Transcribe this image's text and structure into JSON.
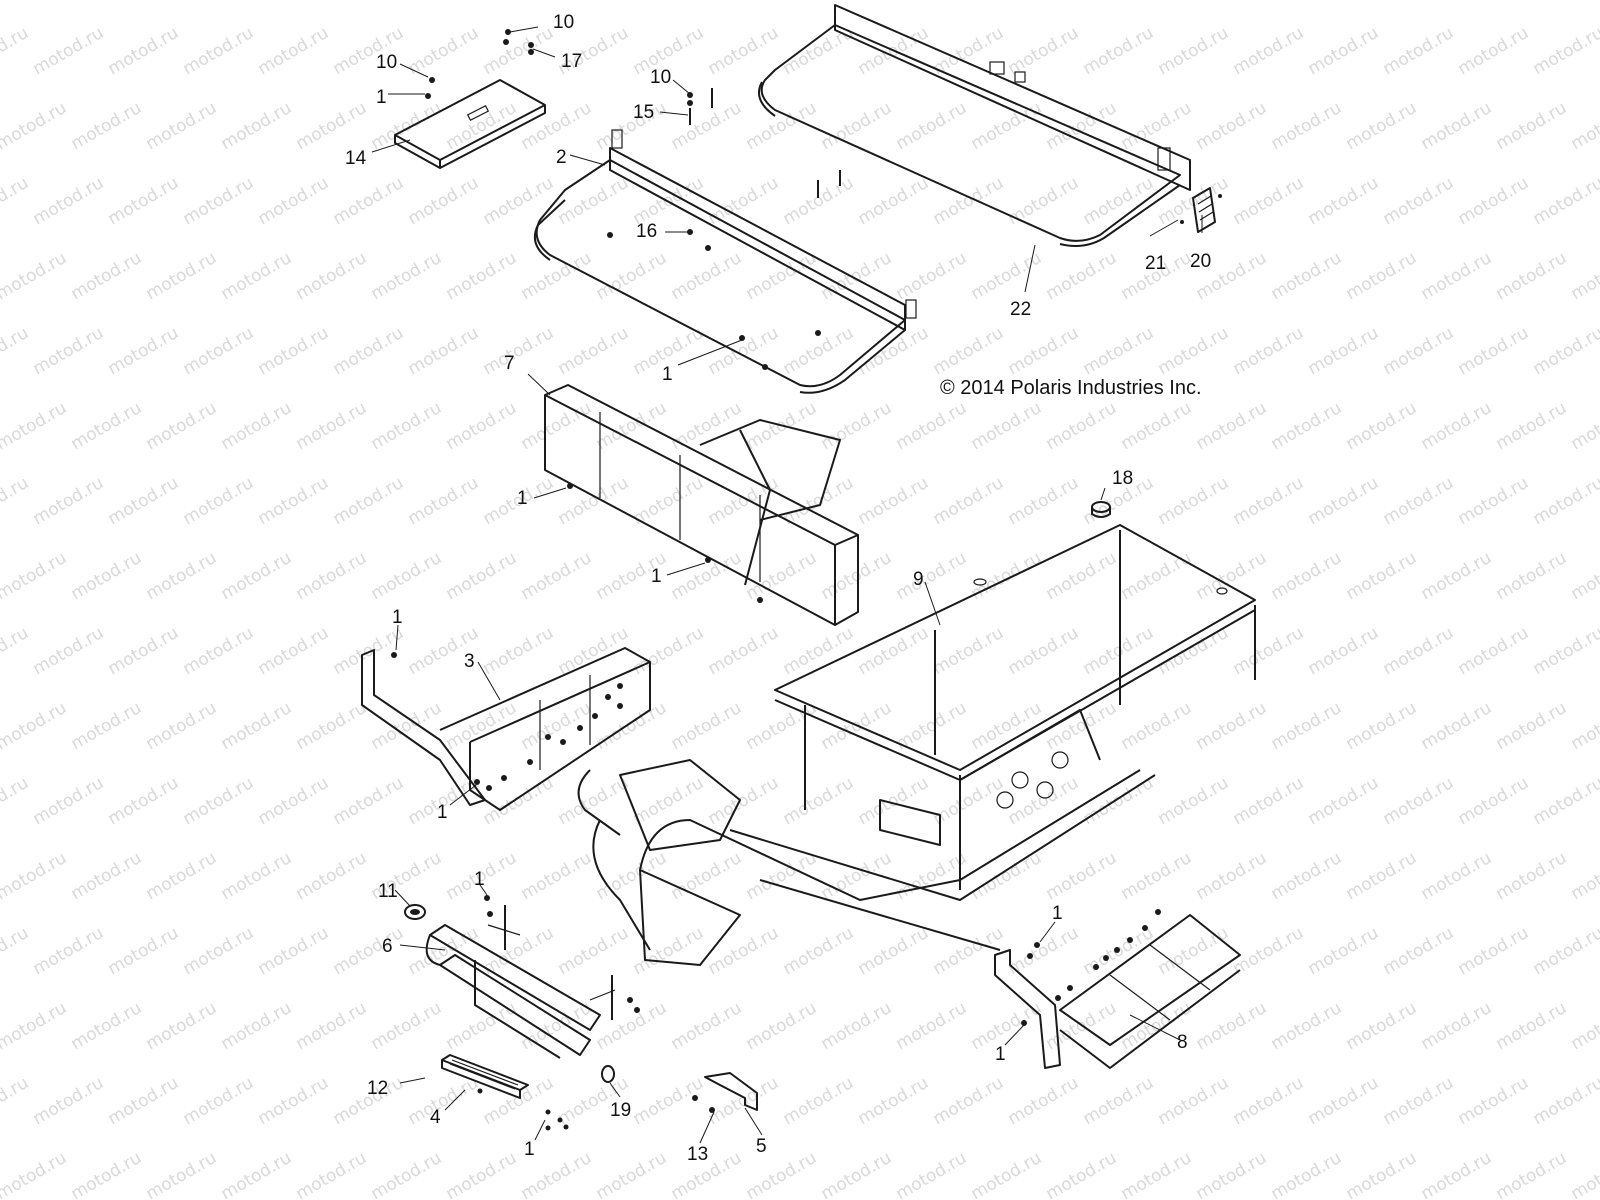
{
  "watermark": "motod.ru",
  "copyright": "© 2014 Polaris Industries Inc.",
  "callouts": {
    "c1a": "10",
    "c1b": "17",
    "c1c": "10",
    "c1d": "1",
    "c1e": "14",
    "c2a": "10",
    "c2b": "15",
    "c2c": "2",
    "c2d": "16",
    "c2e": "1",
    "c3a": "22",
    "c3b": "21",
    "c3c": "20",
    "c4a": "7",
    "c4b": "1",
    "c4c": "1",
    "c5a": "18",
    "c5b": "9",
    "c6a": "1",
    "c6b": "3",
    "c6c": "1",
    "c7a": "11",
    "c7b": "1",
    "c7c": "6",
    "c7d": "12",
    "c7e": "4",
    "c7f": "1",
    "c7g": "19",
    "c8a": "13",
    "c8b": "5",
    "c9a": "1",
    "c9b": "1",
    "c9c": "8"
  }
}
